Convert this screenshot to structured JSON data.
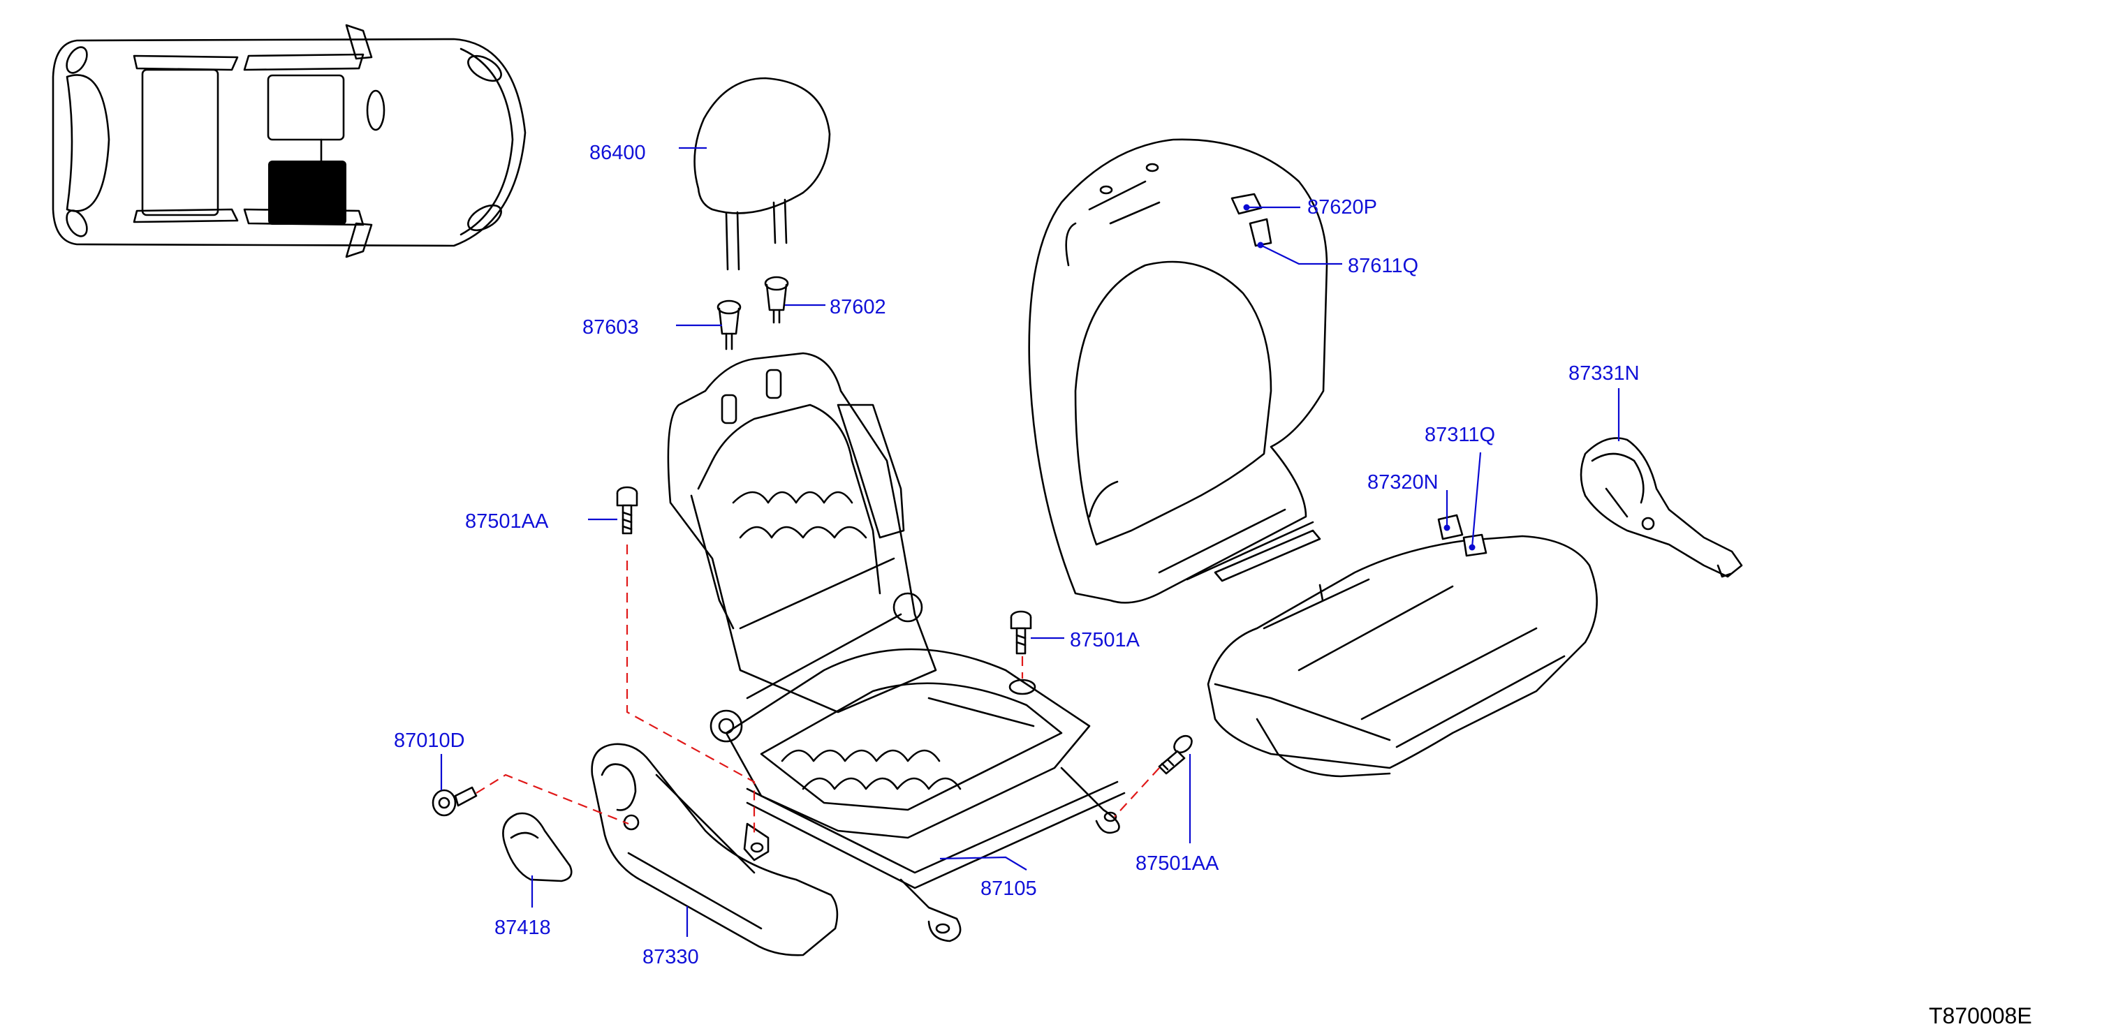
{
  "colors": {
    "callout_text": "#1010d8",
    "leader_line": "#0a0ad2",
    "guide_line": "#e01818",
    "outline": "#000000",
    "locator_highlight": "#000000"
  },
  "callouts": {
    "p86400": "86400",
    "p87603": "87603",
    "p87602": "87602",
    "p87620P": "87620P",
    "p87611Q": "87611Q",
    "p87331N": "87331N",
    "p87311Q": "87311Q",
    "p87320N": "87320N",
    "p87501AA_top": "87501AA",
    "p87501A": "87501A",
    "p87010D": "87010D",
    "p87418": "87418",
    "p87330": "87330",
    "p87105": "87105",
    "p87501AA_right": "87501AA"
  },
  "diagram_code": "T870008E"
}
